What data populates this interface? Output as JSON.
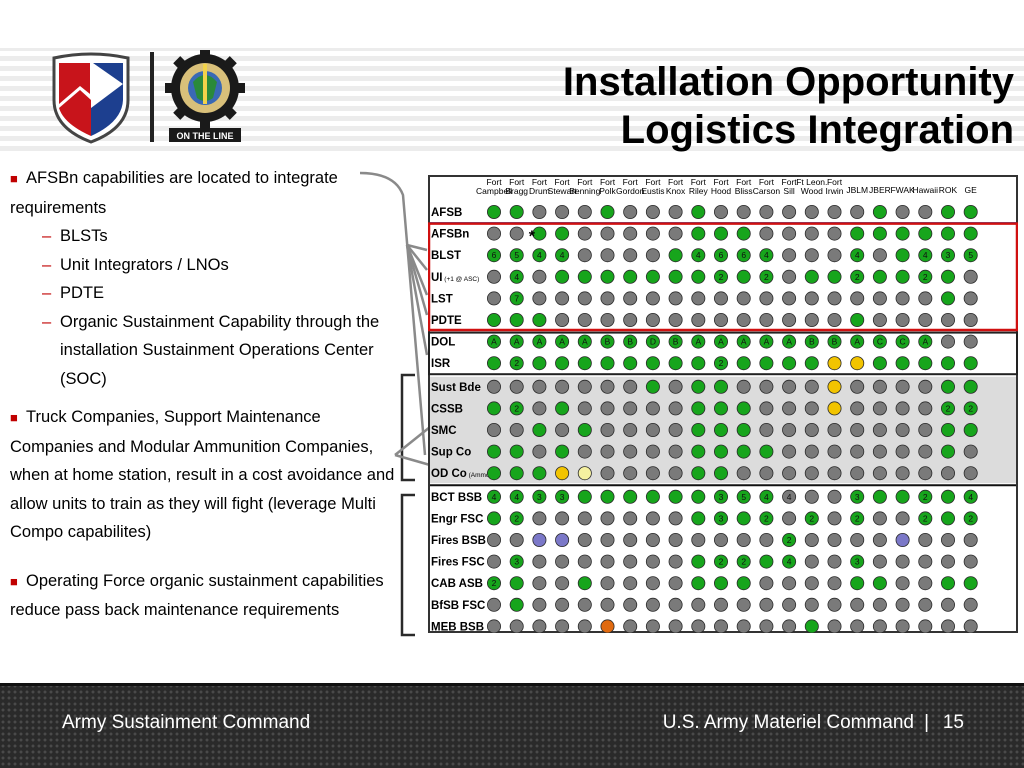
{
  "title": {
    "line1": "Installation Opportunity",
    "line2": "Logistics Integration"
  },
  "logo": {
    "badge_text": "ON THE LINE"
  },
  "bullets": {
    "b1": "AFSBn capabilities are located to integrate requirements",
    "b1_subs": [
      "BLSTs",
      "Unit Integrators / LNOs",
      "PDTE",
      "Organic Sustainment Capability through the installation Sustainment Operations Center (SOC)"
    ],
    "b2": "Truck Companies, Support Maintenance Companies and Modular Ammunition Companies, when at home station, result in a cost avoidance and allow units to train as they will fight (leverage Multi Compo capabilites)",
    "b3": "Operating Force organic sustainment capabilities reduce pass back maintenance requirements"
  },
  "matrix": {
    "asterisk": "*",
    "columns": [
      [
        "Fort",
        "Campbell"
      ],
      [
        "Fort",
        "Bragg"
      ],
      [
        "Fort",
        "Drum"
      ],
      [
        "Fort",
        "Stewart"
      ],
      [
        "Fort",
        "Benning"
      ],
      [
        "Fort",
        "Polk"
      ],
      [
        "Fort",
        "Gordon"
      ],
      [
        "Fort",
        "Eustis"
      ],
      [
        "Fort",
        "Knox"
      ],
      [
        "Fort",
        "Riley"
      ],
      [
        "Fort",
        "Hood"
      ],
      [
        "Fort",
        "Bliss"
      ],
      [
        "Fort",
        "Carson"
      ],
      [
        "Fort",
        "Sill"
      ],
      [
        "Ft Leon.",
        "Wood"
      ],
      [
        "Fort",
        "Irwin"
      ],
      [
        "JBLM",
        ""
      ],
      [
        "JBER",
        ""
      ],
      [
        "FWAK",
        ""
      ],
      [
        "Hawaii",
        ""
      ],
      [
        "ROK",
        ""
      ],
      [
        "GE",
        ""
      ]
    ],
    "rows": [
      {
        "label": "AFSB",
        "sub": "",
        "cells": "GGaaaGaaaGaaaaaaaGaaGG"
      },
      {
        "label": "AFSBn",
        "sub": "",
        "cells": "aaGGaaaaaGGGaaaaGGGGGG"
      },
      {
        "label": "BLST",
        "sub": "",
        "cells": "GGGGaaaaGGGGGaaaGaGGGG"
      },
      {
        "label": "UI",
        "sub": "(+1 @ ASC)",
        "cells": "aGaGGGGGGGGGGaGGGGGGGa"
      },
      {
        "label": "LST",
        "sub": "",
        "cells": "aGaaaaaaaaaaaaaaaaaaGa"
      },
      {
        "label": "PDTE",
        "sub": "",
        "cells": "GGGaaaaaaaaaaaaaGaaaaa"
      },
      {
        "label": "DOL",
        "sub": "",
        "cells": "GGGGGGGGGGGGGGGGGGGGaa"
      },
      {
        "label": "ISR",
        "sub": "",
        "cells": "GGGGGGGGGGGGGGGYYGGGGG"
      },
      {
        "label": "Sust Bde",
        "sub": "",
        "cells": "aaaaaaaGaGGaaaaYaaaaGG"
      },
      {
        "label": "CSSB",
        "sub": "",
        "cells": "GGaGaaaaaGGGaaaYaaaaGG"
      },
      {
        "label": "SMC",
        "sub": "",
        "cells": "aaGaGaaaaGGGaaaaaaaaGG"
      },
      {
        "label": "Sup Co",
        "sub": "",
        "cells": "GGaGaaaaaGGGGaaaaaaaGa"
      },
      {
        "label": "OD Co",
        "sub": "(Ammo)",
        "cells": "GGGYWaaaaGGaaaaaaaaaaa"
      },
      {
        "label": "BCT BSB",
        "sub": "",
        "cells": "GGGGGGGGGGGGGaaaGGGGGG"
      },
      {
        "label": "Engr FSC",
        "sub": "",
        "cells": "GGaaaaaaaGGGGaGaGaaGGG"
      },
      {
        "label": "Fires BSB",
        "sub": "",
        "cells": "aaPPaaaaaaaaaGaaaaPaaa"
      },
      {
        "label": "Fires FSC",
        "sub": "",
        "cells": "aGaaaaaaaGGGGGaaGaaaaa"
      },
      {
        "label": "CAB ASB",
        "sub": "",
        "cells": "GGaaGaaaaGGGaaaaGGaaGG"
      },
      {
        "label": "BfSB FSC",
        "sub": "",
        "cells": "aGaaaaaaaaaaaaaaaaaaaa"
      },
      {
        "label": "MEB BSB",
        "sub": "",
        "cells": "aaaaaOaaaaaaaaGaaaaaaa"
      }
    ],
    "cell_labels": [
      {
        "r": 2,
        "c": 0,
        "t": "6"
      },
      {
        "r": 2,
        "c": 1,
        "t": "5"
      },
      {
        "r": 2,
        "c": 2,
        "t": "4"
      },
      {
        "r": 2,
        "c": 3,
        "t": "4"
      },
      {
        "r": 2,
        "c": 9,
        "t": "4"
      },
      {
        "r": 2,
        "c": 10,
        "t": "6"
      },
      {
        "r": 2,
        "c": 11,
        "t": "6"
      },
      {
        "r": 2,
        "c": 12,
        "t": "4"
      },
      {
        "r": 2,
        "c": 16,
        "t": "4"
      },
      {
        "r": 2,
        "c": 19,
        "t": "4"
      },
      {
        "r": 2,
        "c": 20,
        "t": "3"
      },
      {
        "r": 2,
        "c": 21,
        "t": "5"
      },
      {
        "r": 3,
        "c": 1,
        "t": "4"
      },
      {
        "r": 3,
        "c": 10,
        "t": "2"
      },
      {
        "r": 3,
        "c": 12,
        "t": "2"
      },
      {
        "r": 3,
        "c": 16,
        "t": "2"
      },
      {
        "r": 3,
        "c": 19,
        "t": "2"
      },
      {
        "r": 4,
        "c": 1,
        "t": "7"
      },
      {
        "r": 6,
        "c": 0,
        "t": "A"
      },
      {
        "r": 6,
        "c": 1,
        "t": "A"
      },
      {
        "r": 6,
        "c": 2,
        "t": "A"
      },
      {
        "r": 6,
        "c": 3,
        "t": "A"
      },
      {
        "r": 6,
        "c": 4,
        "t": "A"
      },
      {
        "r": 6,
        "c": 5,
        "t": "B"
      },
      {
        "r": 6,
        "c": 6,
        "t": "B"
      },
      {
        "r": 6,
        "c": 7,
        "t": "D"
      },
      {
        "r": 6,
        "c": 8,
        "t": "B"
      },
      {
        "r": 6,
        "c": 9,
        "t": "A"
      },
      {
        "r": 6,
        "c": 10,
        "t": "A"
      },
      {
        "r": 6,
        "c": 11,
        "t": "A"
      },
      {
        "r": 6,
        "c": 12,
        "t": "A"
      },
      {
        "r": 6,
        "c": 13,
        "t": "A"
      },
      {
        "r": 6,
        "c": 14,
        "t": "B"
      },
      {
        "r": 6,
        "c": 15,
        "t": "B"
      },
      {
        "r": 6,
        "c": 16,
        "t": "A"
      },
      {
        "r": 6,
        "c": 17,
        "t": "C"
      },
      {
        "r": 6,
        "c": 18,
        "t": "C"
      },
      {
        "r": 6,
        "c": 19,
        "t": "A"
      },
      {
        "r": 7,
        "c": 1,
        "t": "2"
      },
      {
        "r": 7,
        "c": 10,
        "t": "2"
      },
      {
        "r": 9,
        "c": 1,
        "t": "2"
      },
      {
        "r": 9,
        "c": 20,
        "t": "2"
      },
      {
        "r": 9,
        "c": 21,
        "t": "2"
      },
      {
        "r": 13,
        "c": 0,
        "t": "4"
      },
      {
        "r": 13,
        "c": 1,
        "t": "4"
      },
      {
        "r": 13,
        "c": 2,
        "t": "3"
      },
      {
        "r": 13,
        "c": 3,
        "t": "3"
      },
      {
        "r": 13,
        "c": 10,
        "t": "3"
      },
      {
        "r": 13,
        "c": 11,
        "t": "5"
      },
      {
        "r": 13,
        "c": 12,
        "t": "4"
      },
      {
        "r": 13,
        "c": 13,
        "t": "4"
      },
      {
        "r": 13,
        "c": 16,
        "t": "3"
      },
      {
        "r": 13,
        "c": 19,
        "t": "2"
      },
      {
        "r": 13,
        "c": 21,
        "t": "4"
      },
      {
        "r": 14,
        "c": 1,
        "t": "2"
      },
      {
        "r": 14,
        "c": 10,
        "t": "3"
      },
      {
        "r": 14,
        "c": 12,
        "t": "2"
      },
      {
        "r": 14,
        "c": 14,
        "t": "2"
      },
      {
        "r": 14,
        "c": 16,
        "t": "2"
      },
      {
        "r": 14,
        "c": 19,
        "t": "2"
      },
      {
        "r": 14,
        "c": 21,
        "t": "2"
      },
      {
        "r": 15,
        "c": 13,
        "t": "2"
      },
      {
        "r": 16,
        "c": 1,
        "t": "3"
      },
      {
        "r": 16,
        "c": 10,
        "t": "2"
      },
      {
        "r": 16,
        "c": 11,
        "t": "2"
      },
      {
        "r": 16,
        "c": 13,
        "t": "4"
      },
      {
        "r": 16,
        "c": 16,
        "t": "3"
      },
      {
        "r": 17,
        "c": 0,
        "t": "2"
      }
    ],
    "colors": {
      "green": "#17a51c",
      "gray": "#7a7a7a",
      "yellow": "#f2c400",
      "pale": "#f5f1a0",
      "purple": "#7b78c8",
      "orange": "#e06a10",
      "frame_red": "#d01010",
      "frame_blue": "#3a6fc4"
    }
  },
  "footer": {
    "left": "Army Sustainment Command",
    "right": "U.S. Army Materiel Command",
    "separator": "|",
    "page": "15"
  }
}
